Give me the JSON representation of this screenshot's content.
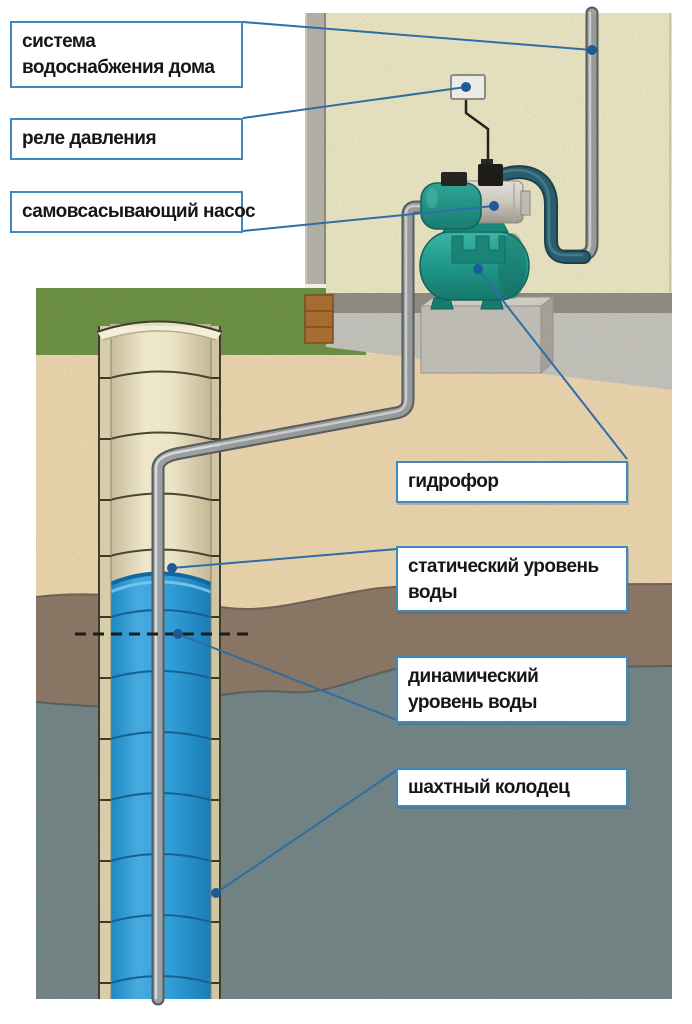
{
  "labels": {
    "system": "система водоснабжения дома",
    "relay": "реле давления",
    "pump": "самовсасывающий насос",
    "hydrophore": "гидрофор",
    "static_level": "статический уровень воды",
    "dynamic_level": "динамический уровень воды",
    "well": "шахтный колодец"
  },
  "colors": {
    "label_border": "#4189bd",
    "leader_line": "#2e6da5",
    "leader_dot": "#1c5b95",
    "wall_cream": "#f1eecb",
    "grass_green": "#6a9343",
    "sand": "#f3ddb4",
    "subsoil_brown": "#8c7867",
    "aquifer_gray": "#72868a",
    "water_blue": "#2f9ed9",
    "tank_teal": "#17a294",
    "pipe_gray": "#9ba1a3",
    "dark_pipe_teal": "#215d72"
  }
}
